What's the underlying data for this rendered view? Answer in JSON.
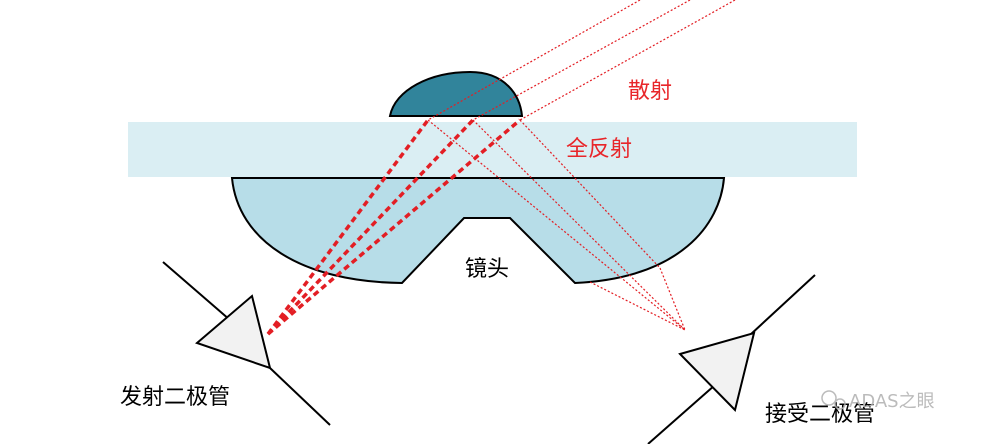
{
  "labels": {
    "scatter": "散射",
    "total_reflection": "全反射",
    "lens": "镜头",
    "emitter": "发射二极管",
    "receiver": "接受二极管",
    "watermark": "ADAS之眼"
  },
  "colors": {
    "scatter_label": "#e8262a",
    "reflection_label": "#e8262a",
    "ray": "#e31e24",
    "glass": "#daeef3",
    "lens_fill": "#b7dde8",
    "drop_fill": "#31849b",
    "diode_fill": "#f2f2f2",
    "watermark": "#b0b0b0"
  }
}
